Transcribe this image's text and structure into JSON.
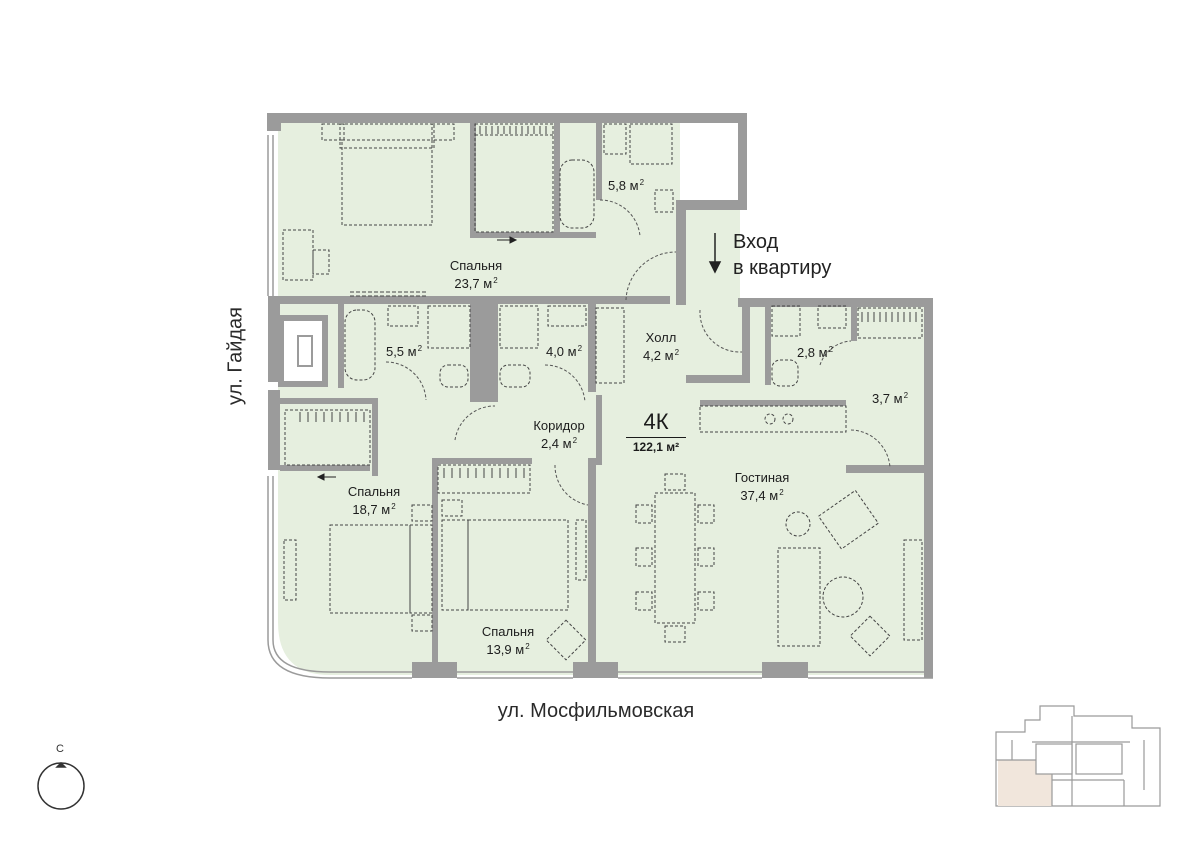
{
  "plan": {
    "type": "4К",
    "total_area": "122,1 м²",
    "unit_sup": "2",
    "entrance_line1": "Вход",
    "entrance_line2": "в квартиру",
    "streets": {
      "left": "ул. Гайдая",
      "bottom": "ул. Мосфильмовская"
    },
    "compass_label": "С",
    "rooms": [
      {
        "name": "Спальня",
        "area": "23,7 м"
      },
      {
        "name": "",
        "area": "5,8 м"
      },
      {
        "name": "",
        "area": "5,5 м"
      },
      {
        "name": "",
        "area": "4,0 м"
      },
      {
        "name": "Холл",
        "area": "4,2 м"
      },
      {
        "name": "",
        "area": "2,8 м"
      },
      {
        "name": "",
        "area": "3,7 м"
      },
      {
        "name": "Коридор",
        "area": "2,4 м"
      },
      {
        "name": "Гостиная",
        "area": "37,4 м"
      },
      {
        "name": "Спальня",
        "area": "18,7 м"
      },
      {
        "name": "Спальня",
        "area": "13,9 м"
      }
    ],
    "colors": {
      "floor": "#e6efdf",
      "wall": "#9b9b9b",
      "highlight": "#f1e6dc"
    }
  }
}
